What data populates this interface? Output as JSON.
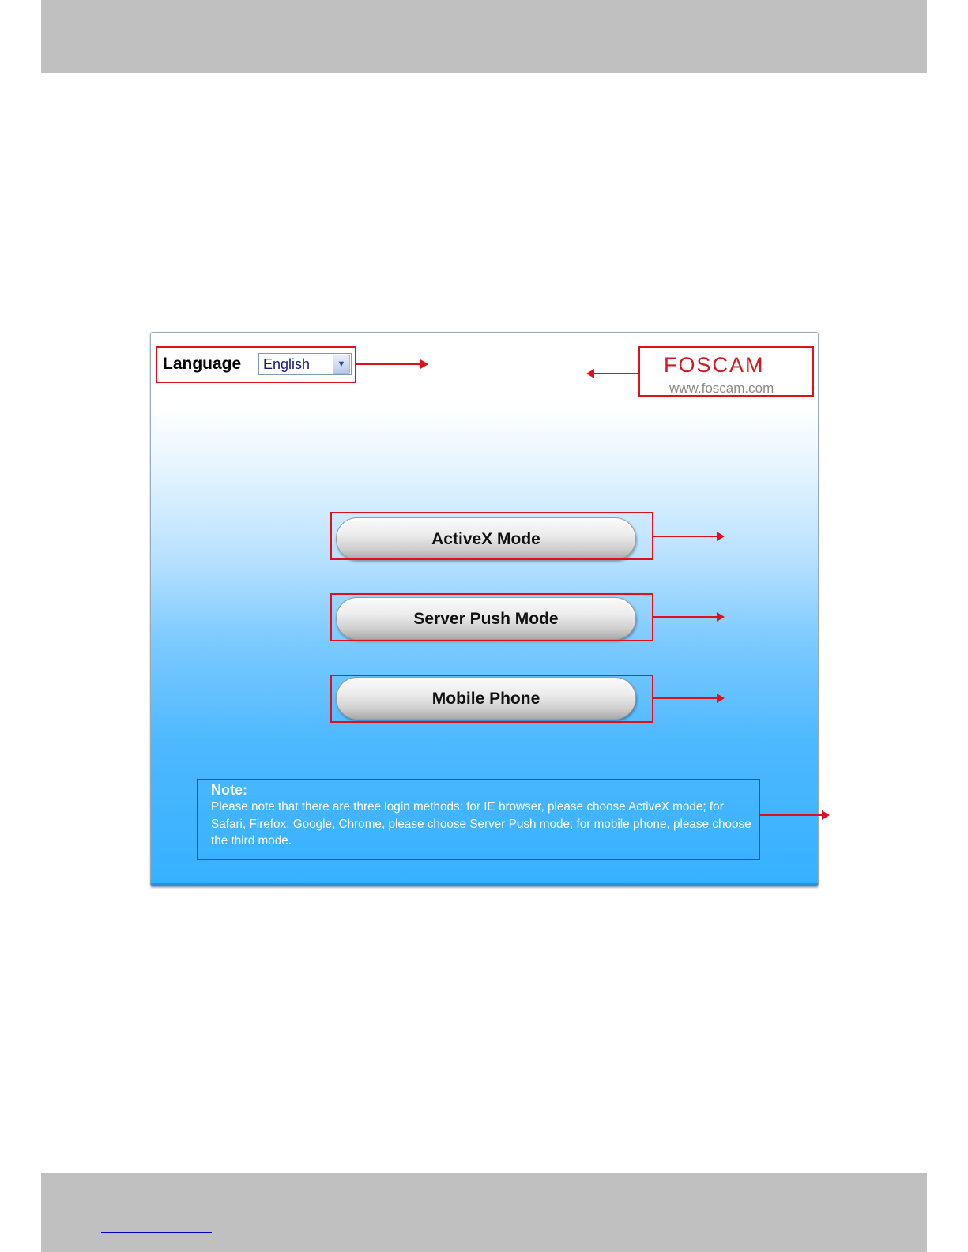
{
  "language": {
    "label": "Language",
    "selected": "English"
  },
  "logo": {
    "brand": "FOSCAM",
    "url": "www.foscam.com"
  },
  "modes": {
    "activex": "ActiveX Mode",
    "server_push": "Server Push Mode",
    "mobile": "Mobile Phone"
  },
  "note": {
    "title": "Note:",
    "body": "Please note that there are three login methods: for IE browser, please choose ActiveX mode; for Safari, Firefox, Google, Chrome, please choose Server Push mode; for mobile phone, please choose the third mode."
  },
  "colors": {
    "annotation": "#e0101a",
    "brand": "#d1191f",
    "header_band": "#c0c0c0"
  }
}
